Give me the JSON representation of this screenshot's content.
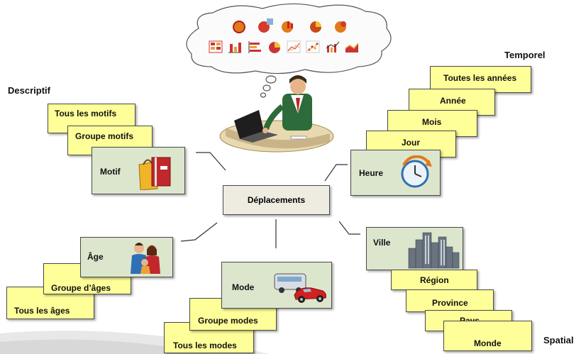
{
  "hub": "Déplacements",
  "descriptive": {
    "title": "Descriptif",
    "levels": [
      "Tous les motifs",
      "Groupe motifs",
      "Motif"
    ],
    "ages": [
      "Tous les âges",
      "Groupe d’âges",
      "Âge"
    ]
  },
  "temporal": {
    "title": "Temporel",
    "levels": [
      "Toutes les années",
      "Année",
      "Mois",
      "Jour",
      "Heure"
    ]
  },
  "spatial": {
    "title": "Spatial",
    "levels": [
      "Ville",
      "Région",
      "Province",
      "Pays",
      "Monde"
    ]
  },
  "mode": {
    "levels": [
      "Tous les modes",
      "Groupe modes",
      "Mode"
    ]
  },
  "icons": [
    "globe-chart-icon",
    "bar-chart-icon",
    "pie-chart-icon",
    "line-chart-icon",
    "user-at-desk-icon",
    "binder-icon",
    "clock-icon",
    "city-icon",
    "family-icon",
    "bus-car-icon"
  ],
  "colors": {
    "leaf_yellow": "#ffff99",
    "leaf_green": "#dce6cd",
    "center": "#eeece1"
  }
}
